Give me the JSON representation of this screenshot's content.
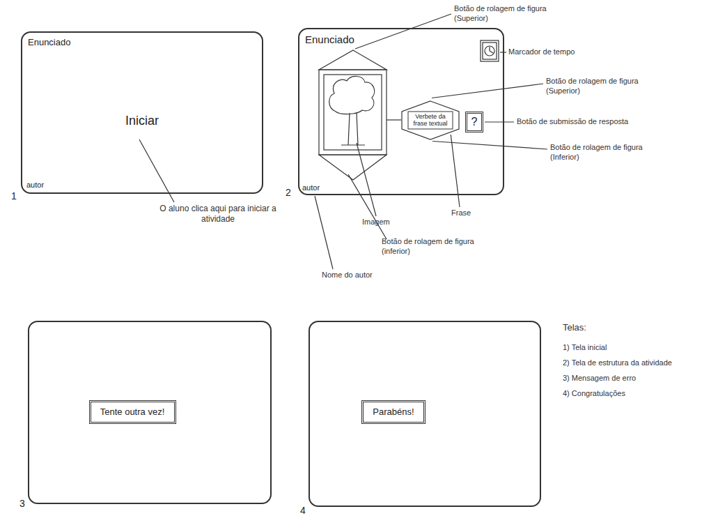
{
  "diagram": {
    "nodes": [
      {
        "text": [
          "Enunciado",
          "Iniciar",
          "autor",
          "1"
        ]
      },
      {
        "text": [
          "Enunciado",
          "autor",
          "2"
        ]
      },
      {
        "text": [
          "Verbete da frase textual"
        ],
        "in": 1
      },
      {
        "text": [
          "?"
        ],
        "in": 1
      },
      {
        "text": [
          "3"
        ]
      },
      {
        "text": [
          "Tente outra vez!"
        ],
        "in": 4
      },
      {
        "text": [
          "4"
        ]
      },
      {
        "text": [
          "Parabéns!"
        ],
        "in": 6
      }
    ],
    "labels": [
      "O aluno clica aqui para iniciar a atividade",
      "Botão de rolagem de figura (Superior)",
      "Marcador de tempo",
      "Botão de rolagem de figura (Superior)",
      "Botão de submissão de resposta",
      "Botão de rolagem de figura (Inferior)",
      "Imagem",
      "Frase",
      "Botão de rolagem de figura (inferior)",
      "Nome do autor",
      "Telas:",
      "1) Tela inicial",
      "2) Tela de estrutura da atividade",
      "3) Mensagem de erro",
      "4) Congratulações"
    ]
  }
}
